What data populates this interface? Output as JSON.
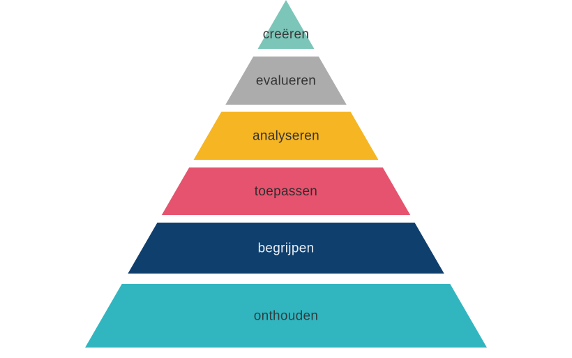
{
  "pyramid": {
    "layers": [
      {
        "label": "creëren",
        "color": "#7cc6b9",
        "text_color": "#3b3b3b"
      },
      {
        "label": "evalueren",
        "color": "#acacac",
        "text_color": "#333333"
      },
      {
        "label": "analyseren",
        "color": "#f6b522",
        "text_color": "#333333"
      },
      {
        "label": "toepassen",
        "color": "#e6536e",
        "text_color": "#2e2e2e"
      },
      {
        "label": "begrijpen",
        "color": "#0f3f6d",
        "text_color": "#e8edf3"
      },
      {
        "label": "onthouden",
        "color": "#31b6c0",
        "text_color": "#2e3e40"
      }
    ]
  }
}
